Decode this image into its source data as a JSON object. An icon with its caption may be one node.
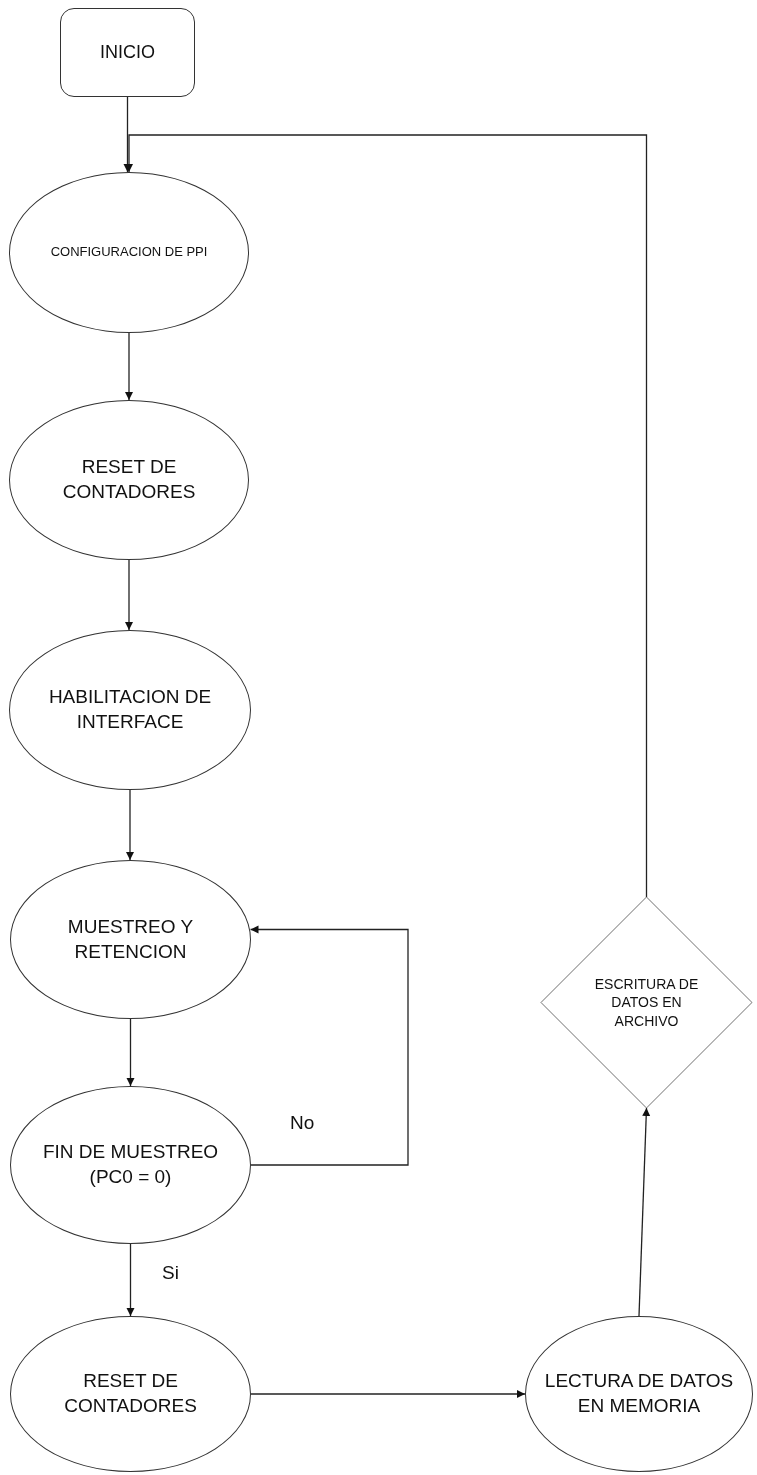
{
  "diagram": {
    "nodes": [
      {
        "text": [
          "INICIO"
        ]
      },
      {
        "text": [
          "CONFIGURACION DE PPI"
        ]
      },
      {
        "text": [
          "RESET DE CONTADORES"
        ]
      },
      {
        "text": [
          "HABILITACION DE INTERFACE"
        ]
      },
      {
        "text": [
          "MUESTREO Y RETENCION"
        ]
      },
      {
        "text": [
          "FIN DE MUESTREO (PC0 = 0)"
        ]
      },
      {
        "text": [
          "RESET DE CONTADORES"
        ]
      },
      {
        "text": [
          "LECTURA DE DATOS EN MEMORIA"
        ]
      },
      {
        "text": [
          "ESCRITURA DE DATOS EN ARCHIVO"
        ]
      }
    ],
    "edges": [
      {
        "from": 0,
        "to": 1,
        "arrow": "to"
      },
      {
        "from": 1,
        "to": 2,
        "arrow": "to"
      },
      {
        "from": 2,
        "to": 3,
        "arrow": "to"
      },
      {
        "from": 3,
        "to": 4,
        "arrow": "to"
      },
      {
        "from": 4,
        "to": 5,
        "arrow": "to"
      },
      {
        "from": 5,
        "to": 4,
        "arrow": "to",
        "label": "No"
      },
      {
        "from": 5,
        "to": 6,
        "arrow": "to",
        "label": "Si"
      },
      {
        "from": 6,
        "to": 7,
        "arrow": "to"
      },
      {
        "from": 7,
        "to": 8,
        "arrow": "to"
      },
      {
        "from": 8,
        "to": 1,
        "arrow": "to"
      }
    ]
  }
}
